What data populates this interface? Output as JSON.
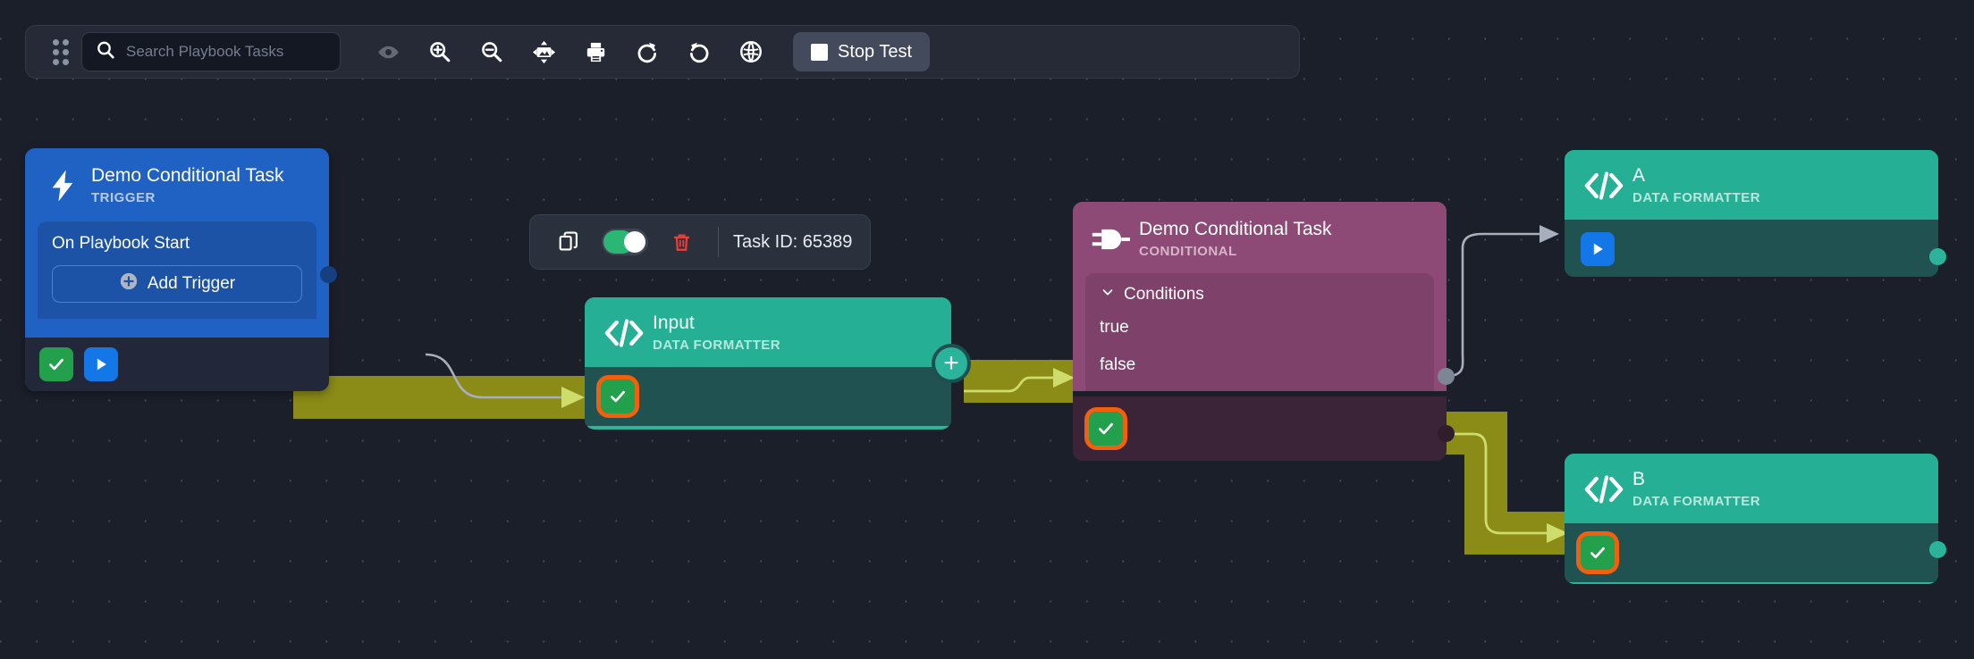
{
  "toolbar": {
    "drag_handle": "drag-handle",
    "search": {
      "placeholder": "Search Playbook Tasks",
      "value": ""
    },
    "icons": [
      {
        "name": "eye-icon",
        "label": "Toggle Visibility"
      },
      {
        "name": "zoom-in-icon",
        "label": "Zoom In"
      },
      {
        "name": "zoom-out-icon",
        "label": "Zoom Out"
      },
      {
        "name": "fit-to-screen-icon",
        "label": "Fit To Screen"
      },
      {
        "name": "print-icon",
        "label": "Print"
      },
      {
        "name": "redo-icon",
        "label": "Redo"
      },
      {
        "name": "undo-icon",
        "label": "Undo"
      },
      {
        "name": "globe-icon",
        "label": "Globe"
      }
    ],
    "stop_button": "Stop Test"
  },
  "task_toolbar": {
    "copy_label": "Copy",
    "toggle_state": "on",
    "delete_label": "Delete",
    "task_id_label": "Task ID: 65389"
  },
  "nodes": {
    "trigger": {
      "title": "Demo Conditional Task",
      "subtitle": "TRIGGER",
      "icon": "lightning-bolt-icon",
      "body_label": "On Playbook Start",
      "add_trigger_label": "Add Trigger",
      "footer": [
        "check-button",
        "play-button"
      ]
    },
    "input": {
      "title": "Input",
      "subtitle": "DATA FORMATTER",
      "icon": "code-icon",
      "footer": [
        "check-button-highlighted"
      ],
      "plus_label": "+"
    },
    "conditional": {
      "title": "Demo Conditional Task",
      "subtitle": "CONDITIONAL",
      "icon": "logic-gate-icon",
      "conditions_label": "Conditions",
      "branches": [
        {
          "label": "true",
          "state": "inactive"
        },
        {
          "label": "false",
          "state": "active"
        }
      ],
      "footer": [
        "check-button-highlighted"
      ]
    },
    "node_a": {
      "title": "A",
      "subtitle": "DATA FORMATTER",
      "icon": "code-icon",
      "footer": [
        "play-button"
      ]
    },
    "node_b": {
      "title": "B",
      "subtitle": "DATA FORMATTER",
      "icon": "code-icon",
      "footer": [
        "check-button-highlighted"
      ]
    }
  },
  "colors": {
    "canvas_bg": "#1b1f2a",
    "trigger_blue": "#1f62c4",
    "data_formatter_teal": "#2bb39b",
    "conditional_purple": "#8d4a76",
    "active_edge_olive": "#8b8b18",
    "active_edge_line": "#cddc6a",
    "inactive_edge_gray": "#a8aebd",
    "success_green": "#22a04b",
    "highlight_orange": "#f1600e",
    "play_blue": "#1477e8",
    "toggle_green": "#2bb673",
    "delete_red": "#e8413a"
  }
}
